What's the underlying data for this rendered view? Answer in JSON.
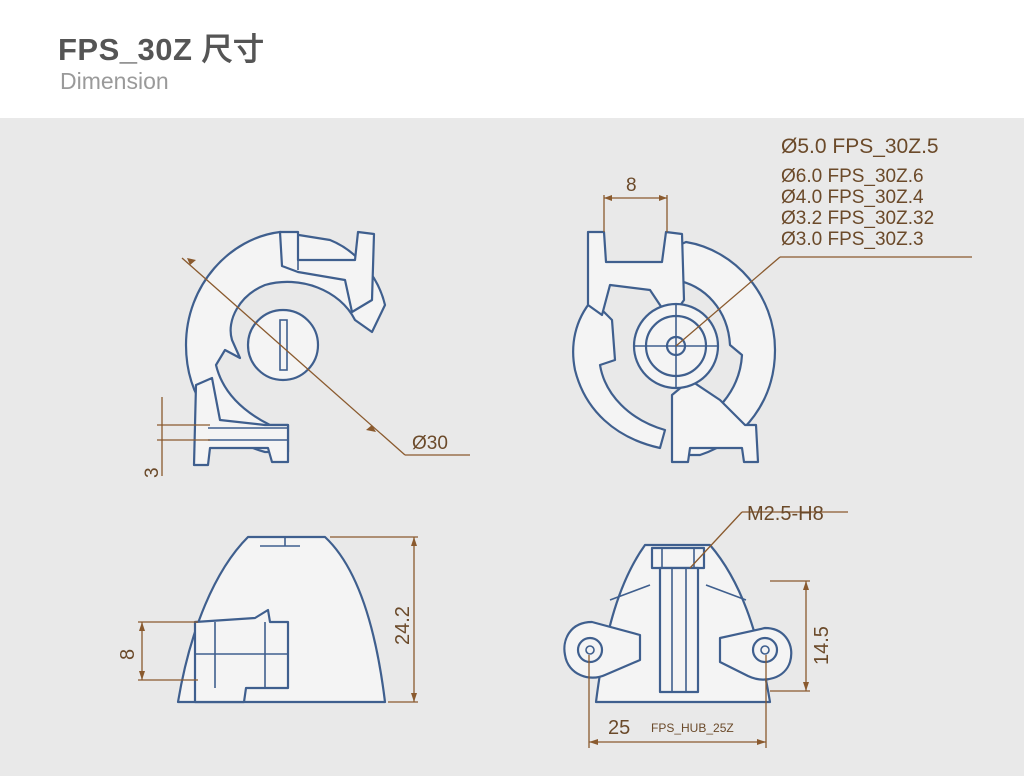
{
  "header": {
    "title": "FPS_30Z 尺寸",
    "subtitle": "Dimension"
  },
  "colors": {
    "part_outline": "#3f5f8e",
    "dimension": "#8a5a2e",
    "background": "#e9e9e9"
  },
  "views": {
    "top_left": {
      "diameter_label": "Ø30",
      "height_label": "3"
    },
    "top_right": {
      "width_label": "8",
      "bore_options": [
        "Ø5.0 FPS_30Z.5",
        "Ø6.0  FPS_30Z.6",
        "Ø4.0  FPS_30Z.4",
        "Ø3.2  FPS_30Z.32",
        "Ø3.0  FPS_30Z.3"
      ]
    },
    "bottom_left": {
      "height_label": "24.2",
      "width_label": "8"
    },
    "bottom_right": {
      "thread_label": "M2.5-H8",
      "height_label": "14.5",
      "width_label": "25",
      "hub_label": "FPS_HUB_25Z"
    }
  }
}
